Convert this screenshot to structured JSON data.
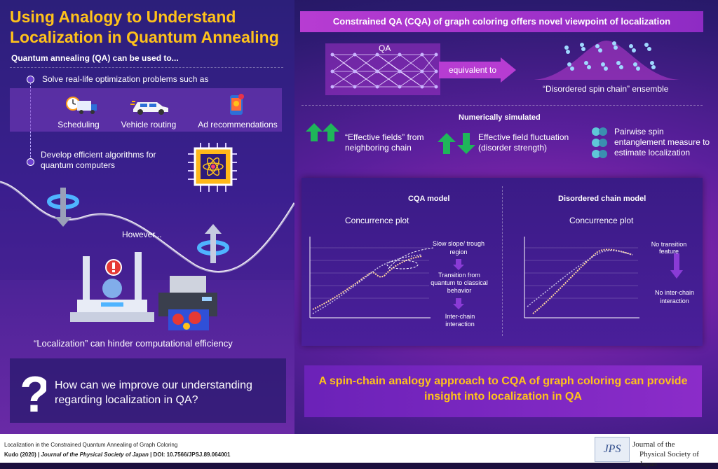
{
  "left": {
    "title": "Using Analogy to Understand Localization in Quantum Annealing",
    "intro": "Quantum annealing (QA) can be used to...",
    "point1": "Solve real-life optimization problems such as",
    "apps": [
      {
        "label": "Scheduling",
        "icon": "truck-clock-icon"
      },
      {
        "label": "Vehicle routing",
        "icon": "car-icon"
      },
      {
        "label": "Ad recommendations",
        "icon": "phone-ad-icon"
      }
    ],
    "point2": "Develop efficient algorithms for quantum computers",
    "however": "However...",
    "localization": "“Localization” can hinder computational efficiency",
    "question": "How can we improve our understanding regarding localization in QA?"
  },
  "right": {
    "header": "Constrained QA (CQA) of graph coloring offers novel viewpoint of localization",
    "qa_label": "QA",
    "equivalent": "equivalent to",
    "ensemble": "“Disordered spin chain” ensemble",
    "numerically": "Numerically simulated",
    "feature1": "“Effective fields” from neighboring chain",
    "feature2": "Effective field fluctuation (disorder strength)",
    "feature3": "Pairwise spin entanglement measure to estimate localization",
    "cqa_title": "CQA model",
    "cqa_plot": "Concurrence plot",
    "cqa_note1": "Slow slope/ trough region",
    "cqa_note2": "Transition from quantum to classical behavior",
    "cqa_note3": "Inter-chain interaction",
    "dis_title": "Disordered chain model",
    "dis_plot": "Concurrence plot",
    "dis_note1": "No transition feature",
    "dis_note2": "No inter-chain interaction",
    "conclusion": "A spin-chain analogy approach to CQA of graph coloring can provide insight into localization in QA"
  },
  "footer": {
    "paper": "Localization in the Constrained Quantum Annealing of Graph Coloring",
    "citation_pre": "Kudo  (2020)  |",
    "journal_italic": "Journal of the Physical Society of Japan",
    "doi": "|  DOI: 10.7566/JPSJ.89.064001",
    "logo": "JPS",
    "journal_line1": "Journal of the",
    "journal_line2": "Physical Society of Japan"
  },
  "colors": {
    "accent": "#ffc21a",
    "header_bar": "#b73cd2",
    "green": "#1fb65a"
  }
}
